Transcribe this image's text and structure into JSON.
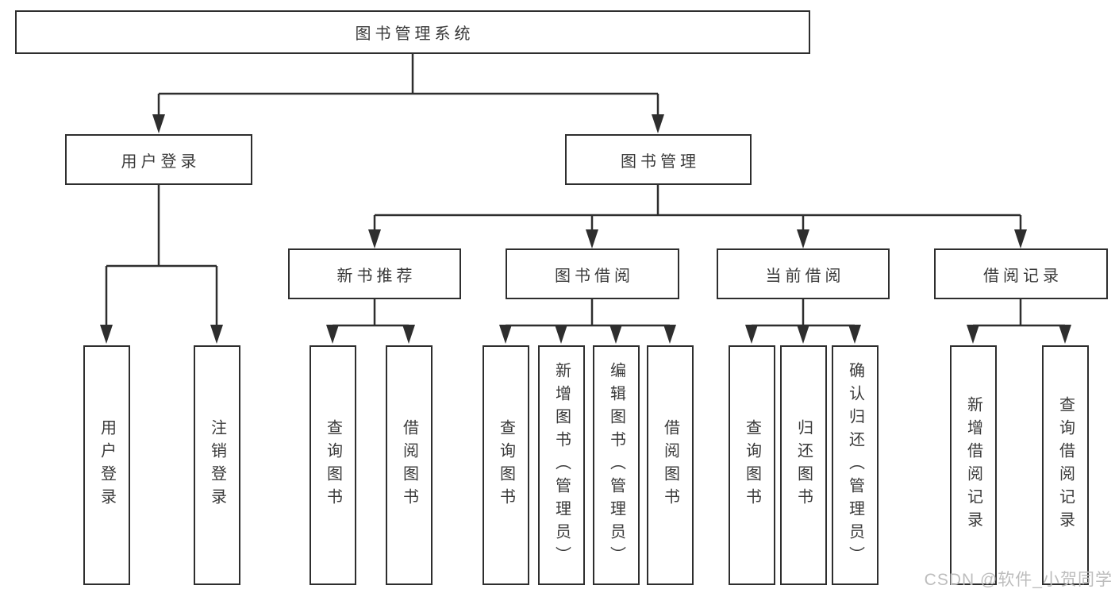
{
  "tree": {
    "label": "图书管理系统",
    "children": [
      {
        "label": "用户登录",
        "children": [
          {
            "label": "用户登录"
          },
          {
            "label": "注销登录"
          }
        ]
      },
      {
        "label": "图书管理",
        "children": [
          {
            "label": "新书推荐",
            "children": [
              {
                "label": "查询图书"
              },
              {
                "label": "借阅图书"
              }
            ]
          },
          {
            "label": "图书借阅",
            "children": [
              {
                "label": "查询图书"
              },
              {
                "label": "新增图书（管理员）"
              },
              {
                "label": "编辑图书（管理员）"
              },
              {
                "label": "借阅图书"
              }
            ]
          },
          {
            "label": "当前借阅",
            "children": [
              {
                "label": "查询图书"
              },
              {
                "label": "归还图书"
              },
              {
                "label": "确认归还（管理员）"
              }
            ]
          },
          {
            "label": "借阅记录",
            "children": [
              {
                "label": "新增借阅记录"
              },
              {
                "label": "查询借阅记录"
              }
            ]
          }
        ]
      }
    ]
  },
  "watermark": {
    "text": "CSDN @软件_小贺同学"
  },
  "colors": {
    "line": "#2e2e2e",
    "text": "#3a3a3a",
    "background": "#ffffff",
    "watermark": "#bdbdbd"
  }
}
